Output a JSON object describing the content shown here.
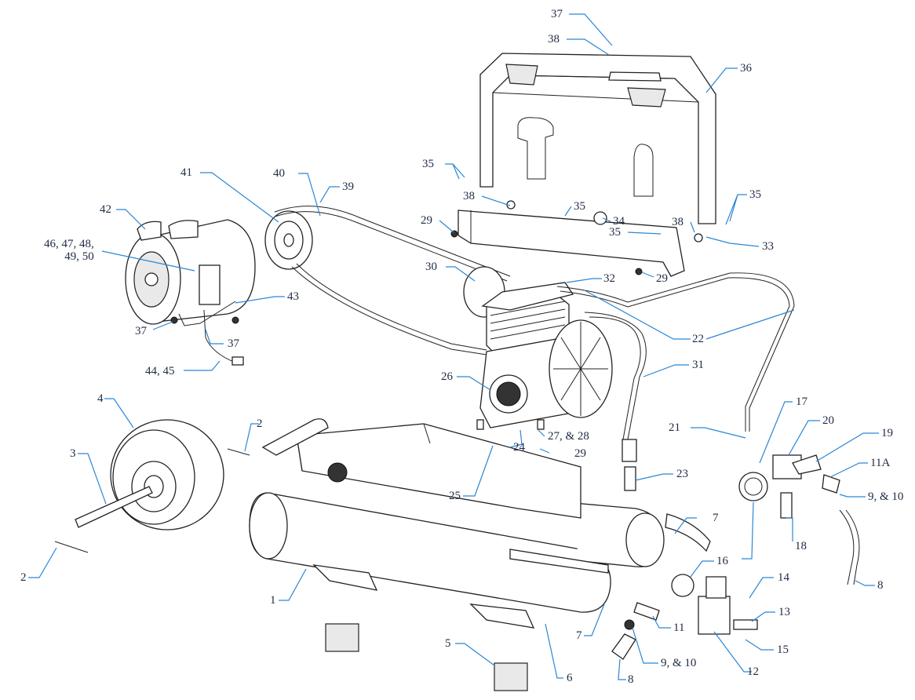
{
  "diagram": {
    "callouts": [
      {
        "id": "c37a",
        "text": "37"
      },
      {
        "id": "c38a",
        "text": "38"
      },
      {
        "id": "c36",
        "text": "36"
      },
      {
        "id": "c35a",
        "text": "35"
      },
      {
        "id": "c35b",
        "text": "35"
      },
      {
        "id": "c35c",
        "text": "35"
      },
      {
        "id": "c35d",
        "text": "35"
      },
      {
        "id": "c38b",
        "text": "38"
      },
      {
        "id": "c38c",
        "text": "38"
      },
      {
        "id": "c34",
        "text": "34"
      },
      {
        "id": "c33",
        "text": "33"
      },
      {
        "id": "c29a",
        "text": "29"
      },
      {
        "id": "c29b",
        "text": "29"
      },
      {
        "id": "c29c",
        "text": "29"
      },
      {
        "id": "c40",
        "text": "40"
      },
      {
        "id": "c39",
        "text": "39"
      },
      {
        "id": "c41",
        "text": "41"
      },
      {
        "id": "c42",
        "text": "42"
      },
      {
        "id": "c46",
        "text": "46, 47, 48,\n49, 50"
      },
      {
        "id": "c43",
        "text": "43"
      },
      {
        "id": "c37b",
        "text": "37"
      },
      {
        "id": "c37c",
        "text": "37"
      },
      {
        "id": "c44",
        "text": "44, 45"
      },
      {
        "id": "c30",
        "text": "30"
      },
      {
        "id": "c32",
        "text": "32"
      },
      {
        "id": "c22",
        "text": "22"
      },
      {
        "id": "c31",
        "text": "31"
      },
      {
        "id": "c26",
        "text": "26"
      },
      {
        "id": "c27",
        "text": "27, & 28"
      },
      {
        "id": "c24",
        "text": "24"
      },
      {
        "id": "c25",
        "text": "25"
      },
      {
        "id": "c23",
        "text": "23"
      },
      {
        "id": "c4",
        "text": "4"
      },
      {
        "id": "c3",
        "text": "3"
      },
      {
        "id": "c2a",
        "text": "2"
      },
      {
        "id": "c2b",
        "text": "2"
      },
      {
        "id": "c1",
        "text": "1"
      },
      {
        "id": "c5",
        "text": "5"
      },
      {
        "id": "c6",
        "text": "6"
      },
      {
        "id": "c7a",
        "text": "7"
      },
      {
        "id": "c7b",
        "text": "7"
      },
      {
        "id": "c8a",
        "text": "8"
      },
      {
        "id": "c8b",
        "text": "8"
      },
      {
        "id": "c9a",
        "text": "9, & 10"
      },
      {
        "id": "c9b",
        "text": "9, & 10"
      },
      {
        "id": "c11",
        "text": "11"
      },
      {
        "id": "c11A",
        "text": "11A"
      },
      {
        "id": "c12",
        "text": "12"
      },
      {
        "id": "c13",
        "text": "13"
      },
      {
        "id": "c14",
        "text": "14"
      },
      {
        "id": "c15",
        "text": "15"
      },
      {
        "id": "c16",
        "text": "16"
      },
      {
        "id": "c17",
        "text": "17"
      },
      {
        "id": "c18",
        "text": "18"
      },
      {
        "id": "c19",
        "text": "19"
      },
      {
        "id": "c20",
        "text": "20"
      },
      {
        "id": "c21",
        "text": "21"
      }
    ]
  }
}
